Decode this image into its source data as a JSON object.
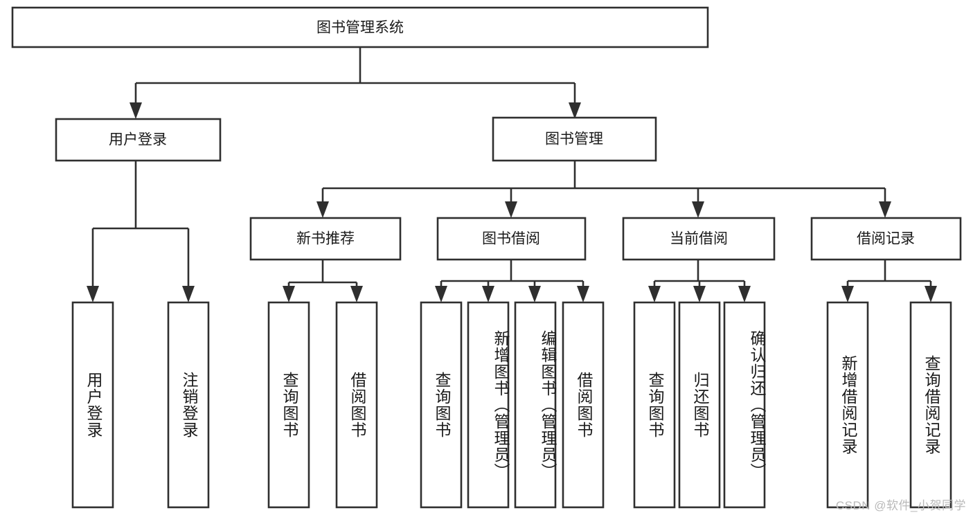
{
  "diagram": {
    "title": "图书管理系统",
    "type": "tree-hierarchy",
    "root": {
      "id": "root",
      "label": "图书管理系统",
      "orientation": "horizontal"
    },
    "level1": [
      {
        "id": "user-login",
        "label": "用户登录",
        "orientation": "horizontal"
      },
      {
        "id": "book-management",
        "label": "图书管理",
        "orientation": "horizontal"
      }
    ],
    "level2": [
      {
        "id": "new-book-recommend",
        "label": "新书推荐",
        "parent": "book-management",
        "orientation": "horizontal"
      },
      {
        "id": "book-borrow",
        "label": "图书借阅",
        "parent": "book-management",
        "orientation": "horizontal"
      },
      {
        "id": "current-borrow",
        "label": "当前借阅",
        "parent": "book-management",
        "orientation": "horizontal"
      },
      {
        "id": "borrow-record",
        "label": "借阅记录",
        "parent": "book-management",
        "orientation": "horizontal"
      }
    ],
    "leaves": [
      {
        "id": "leaf-user-login",
        "label": "用户登录",
        "parent": "user-login",
        "orientation": "vertical"
      },
      {
        "id": "leaf-logout-login",
        "label": "注销登录",
        "parent": "user-login",
        "orientation": "vertical"
      },
      {
        "id": "leaf-query-book-1",
        "label": "查询图书",
        "parent": "new-book-recommend",
        "orientation": "vertical"
      },
      {
        "id": "leaf-borrow-book-1",
        "label": "借阅图书",
        "parent": "new-book-recommend",
        "orientation": "vertical"
      },
      {
        "id": "leaf-query-book-2",
        "label": "查询图书",
        "parent": "book-borrow",
        "orientation": "vertical"
      },
      {
        "id": "leaf-add-book",
        "label": "新增图书（管理员）",
        "parent": "book-borrow",
        "orientation": "vertical"
      },
      {
        "id": "leaf-edit-book",
        "label": "编辑图书（管理员）",
        "parent": "book-borrow",
        "orientation": "vertical"
      },
      {
        "id": "leaf-borrow-book-2",
        "label": "借阅图书",
        "parent": "book-borrow",
        "orientation": "vertical"
      },
      {
        "id": "leaf-query-book-3",
        "label": "查询图书",
        "parent": "current-borrow",
        "orientation": "vertical"
      },
      {
        "id": "leaf-return-book",
        "label": "归还图书",
        "parent": "current-borrow",
        "orientation": "vertical"
      },
      {
        "id": "leaf-confirm-return",
        "label": "确认归还（管理员）",
        "parent": "current-borrow",
        "orientation": "vertical"
      },
      {
        "id": "leaf-add-record",
        "label": "新增借阅记录",
        "parent": "borrow-record",
        "orientation": "vertical"
      },
      {
        "id": "leaf-query-record",
        "label": "查询借阅记录",
        "parent": "borrow-record",
        "orientation": "vertical"
      }
    ],
    "colors": {
      "box_stroke": "#2f2f2f",
      "box_fill": "#ffffff",
      "connector": "#2f2f2f",
      "text": "#1a1a1a",
      "background": "#ffffff",
      "watermark": "#b9b9b9"
    }
  },
  "watermark": {
    "text": "CSDN @软件_小贺同学"
  }
}
